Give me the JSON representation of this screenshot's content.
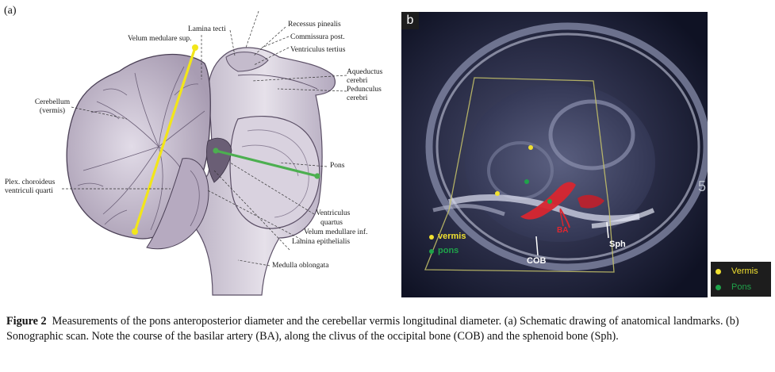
{
  "panel_a": {
    "letter": "(a)",
    "labels": {
      "lamina_tecti": "Lamina tecti",
      "velum_sup": "Velum medulare sup.",
      "recessus": "Recessus pinealis",
      "commissura": "Commissura post.",
      "ventriculus_tertius": "Ventriculus tertius",
      "aqueductus": "Aqueductus",
      "cerebri_1": "cerebri",
      "pedunculus": "Pedunculus",
      "cerebri_2": "cerebri",
      "cerebellum": "Cerebellum",
      "vermis": "(vermis)",
      "plex_1": "Plex. choroideus",
      "plex_2": "ventriculi quarti",
      "pons": "Pons",
      "ventriculus": "Ventriculus",
      "quartus": "quartus",
      "velum_inf": "Velum medullare inf.",
      "lamina_epi": "Lamina epithelialis",
      "medulla": "Medulla oblongata"
    },
    "colors": {
      "vermis_line": "#f2e61a",
      "pons_line": "#4caf50"
    }
  },
  "panel_b": {
    "letter": "b",
    "legend_vermis": "vermis",
    "legend_pons": "pons",
    "label_ba": "BA",
    "label_cob": "COB",
    "label_sph": "Sph",
    "scale_mark": "5",
    "colors": {
      "vermis": "#f0e030",
      "pons": "#1fa34a",
      "flow": "#d8262f"
    }
  },
  "legend": {
    "vermis": "Vermis",
    "pons": "Pons"
  },
  "caption": {
    "label": "Figure 2",
    "text": "Measurements of the pons anteroposterior diameter and the cerebellar vermis longitudinal diameter. (a) Schematic drawing of anatomical landmarks. (b) Sonographic scan. Note the course of the basilar artery (BA), along the clivus of the occipital bone (COB) and the sphenoid bone (Sph)."
  }
}
